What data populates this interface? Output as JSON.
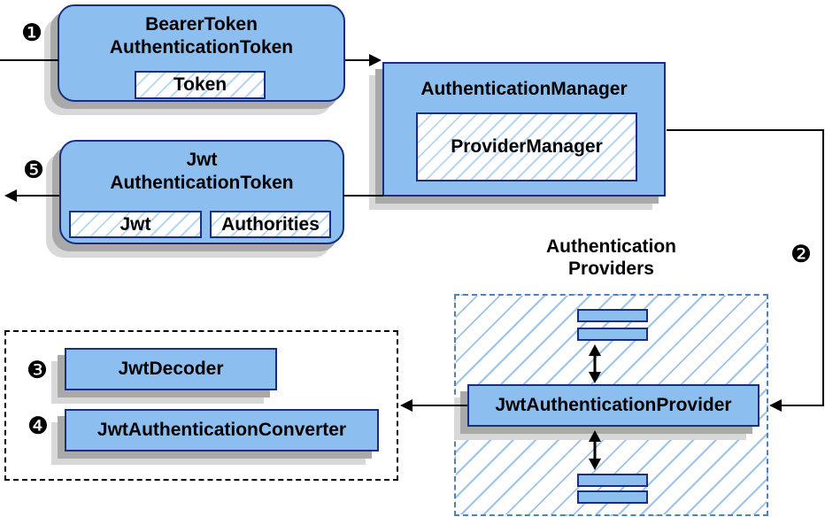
{
  "colors": {
    "node_fill": "#8CBEF0",
    "node_border": "#182E7E",
    "hatch_line": "#B5D7F5",
    "hatch_line_big": "#9CC3E8",
    "dashed_blue_border": "#4E80C4",
    "dashed_black_border": "#000000",
    "shadow_inner": "#A9A9A9",
    "shadow_outer": "#D8D8D8",
    "line_color": "#000000",
    "text_color": "#000000"
  },
  "badges": {
    "step1": "❶",
    "step2": "❷",
    "step3": "❸",
    "step4": "❹",
    "step5": "❺"
  },
  "nodes": {
    "bearer_token": {
      "title_line1": "BearerToken",
      "title_line2": "AuthenticationToken",
      "field_token": "Token"
    },
    "authentication_manager": {
      "title": "AuthenticationManager",
      "inner": "ProviderManager"
    },
    "jwt_authentication_token": {
      "title_line1": "Jwt",
      "title_line2": "AuthenticationToken",
      "field_jwt": "Jwt",
      "field_authorities": "Authorities"
    },
    "providers_group": {
      "title_line1": "Authentication",
      "title_line2": "Providers"
    },
    "jwt_authentication_provider": {
      "label": "JwtAuthenticationProvider"
    },
    "jwt_decoder": {
      "label": "JwtDecoder"
    },
    "jwt_authentication_converter": {
      "label": "JwtAuthenticationConverter"
    }
  }
}
